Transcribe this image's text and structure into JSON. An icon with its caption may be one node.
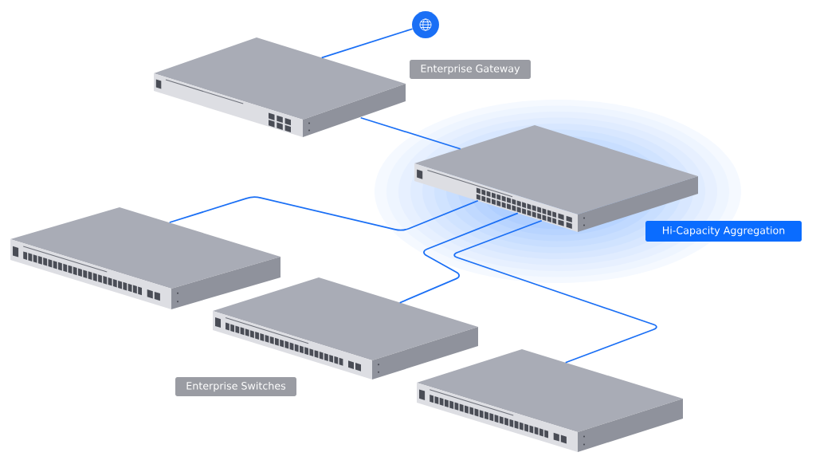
{
  "diagram": {
    "nodes": [
      {
        "text": [],
        "shape": "circle"
      },
      {
        "text": [],
        "shape": "picture"
      },
      {
        "text": [
          "Enterprise Gateway"
        ]
      },
      {
        "text": [],
        "shape": "picture"
      },
      {
        "text": [
          "Hi-Capacity Aggregation"
        ]
      },
      {
        "text": [],
        "shape": "picture"
      },
      {
        "text": [],
        "shape": "picture"
      },
      {
        "text": [],
        "shape": "picture"
      },
      {
        "text": [
          "Enterprise Switches"
        ]
      }
    ],
    "edges": [
      {
        "from": 0,
        "to": 1,
        "arrow": "none"
      },
      {
        "from": 1,
        "to": 3,
        "arrow": "none"
      },
      {
        "from": 3,
        "to": 5,
        "arrow": "none"
      },
      {
        "from": 3,
        "to": 6,
        "arrow": "none"
      },
      {
        "from": 3,
        "to": 7,
        "arrow": "none"
      }
    ]
  }
}
